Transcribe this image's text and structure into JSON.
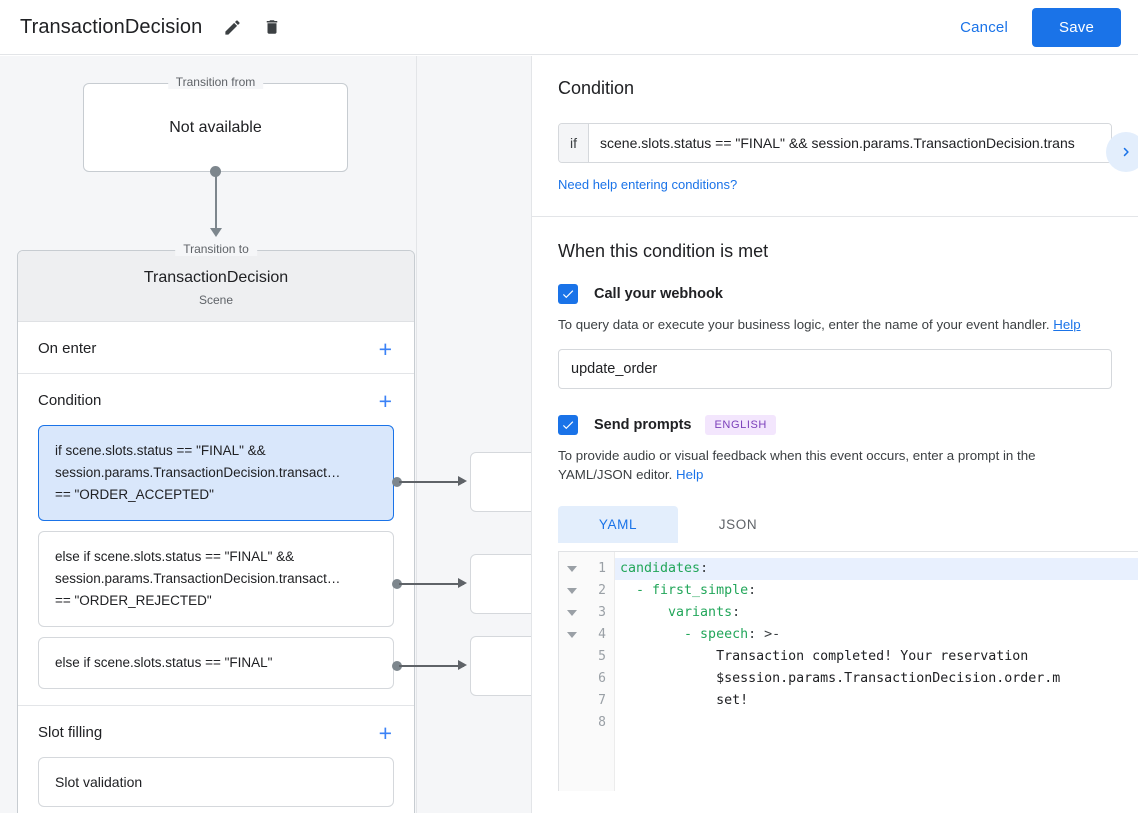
{
  "header": {
    "title": "TransactionDecision",
    "edit_icon": "pencil-icon",
    "delete_icon": "trash-icon",
    "cancel_label": "Cancel",
    "save_label": "Save",
    "accent_color": "#1a73e8"
  },
  "canvas": {
    "transition_from": {
      "legend": "Transition from",
      "value": "Not available"
    },
    "transition_to": {
      "legend": "Transition to",
      "title": "TransactionDecision",
      "subtitle": "Scene"
    },
    "sections": [
      {
        "label": "On enter",
        "add_icon": "plus-icon"
      },
      {
        "label": "Condition",
        "add_icon": "plus-icon"
      },
      {
        "label": "Slot filling",
        "add_icon": "plus-icon"
      }
    ],
    "conditions": [
      {
        "selected": true,
        "lines": [
          "if scene.slots.status == \"FINAL\" &&",
          "session.params.TransactionDecision.transact…",
          "== \"ORDER_ACCEPTED\""
        ]
      },
      {
        "selected": false,
        "lines": [
          "else if scene.slots.status == \"FINAL\" &&",
          "session.params.TransactionDecision.transact…",
          "== \"ORDER_REJECTED\""
        ]
      },
      {
        "selected": false,
        "lines": [
          "else if scene.slots.status == \"FINAL\""
        ]
      }
    ],
    "slot_filling": {
      "label": "Slot filling",
      "item": "Slot validation"
    }
  },
  "panel": {
    "title": "Condition",
    "collapse_icon": "chevron-right-icon",
    "condition": {
      "prefix": "if",
      "value": "scene.slots.status == \"FINAL\" && session.params.TransactionDecision.trans",
      "help_link": "Need help entering conditions?"
    },
    "when_met": {
      "title": "When this condition is met",
      "webhook": {
        "checked": true,
        "label": "Call your webhook",
        "description": "To query data or execute your business logic, enter the name of your event handler.",
        "help_label": "Help",
        "value": "update_order"
      },
      "prompts": {
        "checked": true,
        "label": "Send prompts",
        "badge": "ENGLISH",
        "badge_bg": "#f3e6fd",
        "badge_color": "#7b3fba",
        "description": "To provide audio or visual feedback when this event occurs, enter a prompt in the YAML/JSON editor.",
        "help_label": "Help",
        "tabs": [
          {
            "label": "YAML",
            "active": true
          },
          {
            "label": "JSON",
            "active": false
          }
        ]
      }
    },
    "editor": {
      "language": "yaml",
      "active_line": 1,
      "fold_lines": [
        1,
        2,
        3,
        4
      ],
      "line_numbers": [
        "1",
        "2",
        "3",
        "4",
        "5",
        "6",
        "7",
        "8"
      ],
      "lines": [
        {
          "n": 1,
          "indent": 0,
          "key": "candidates",
          "rest": ":"
        },
        {
          "n": 2,
          "indent": 2,
          "key": "- first_simple",
          "rest": ":"
        },
        {
          "n": 3,
          "indent": 6,
          "key": "variants",
          "rest": ":"
        },
        {
          "n": 4,
          "indent": 8,
          "key": "- speech",
          "rest": ": >-"
        },
        {
          "n": 5,
          "indent": 12,
          "key": "",
          "rest": "Transaction completed! Your reservation"
        },
        {
          "n": 6,
          "indent": 12,
          "key": "",
          "rest": "$session.params.TransactionDecision.order.m"
        },
        {
          "n": 7,
          "indent": 12,
          "key": "",
          "rest": "set!"
        },
        {
          "n": 8,
          "indent": 0,
          "key": "",
          "rest": ""
        }
      ]
    }
  }
}
